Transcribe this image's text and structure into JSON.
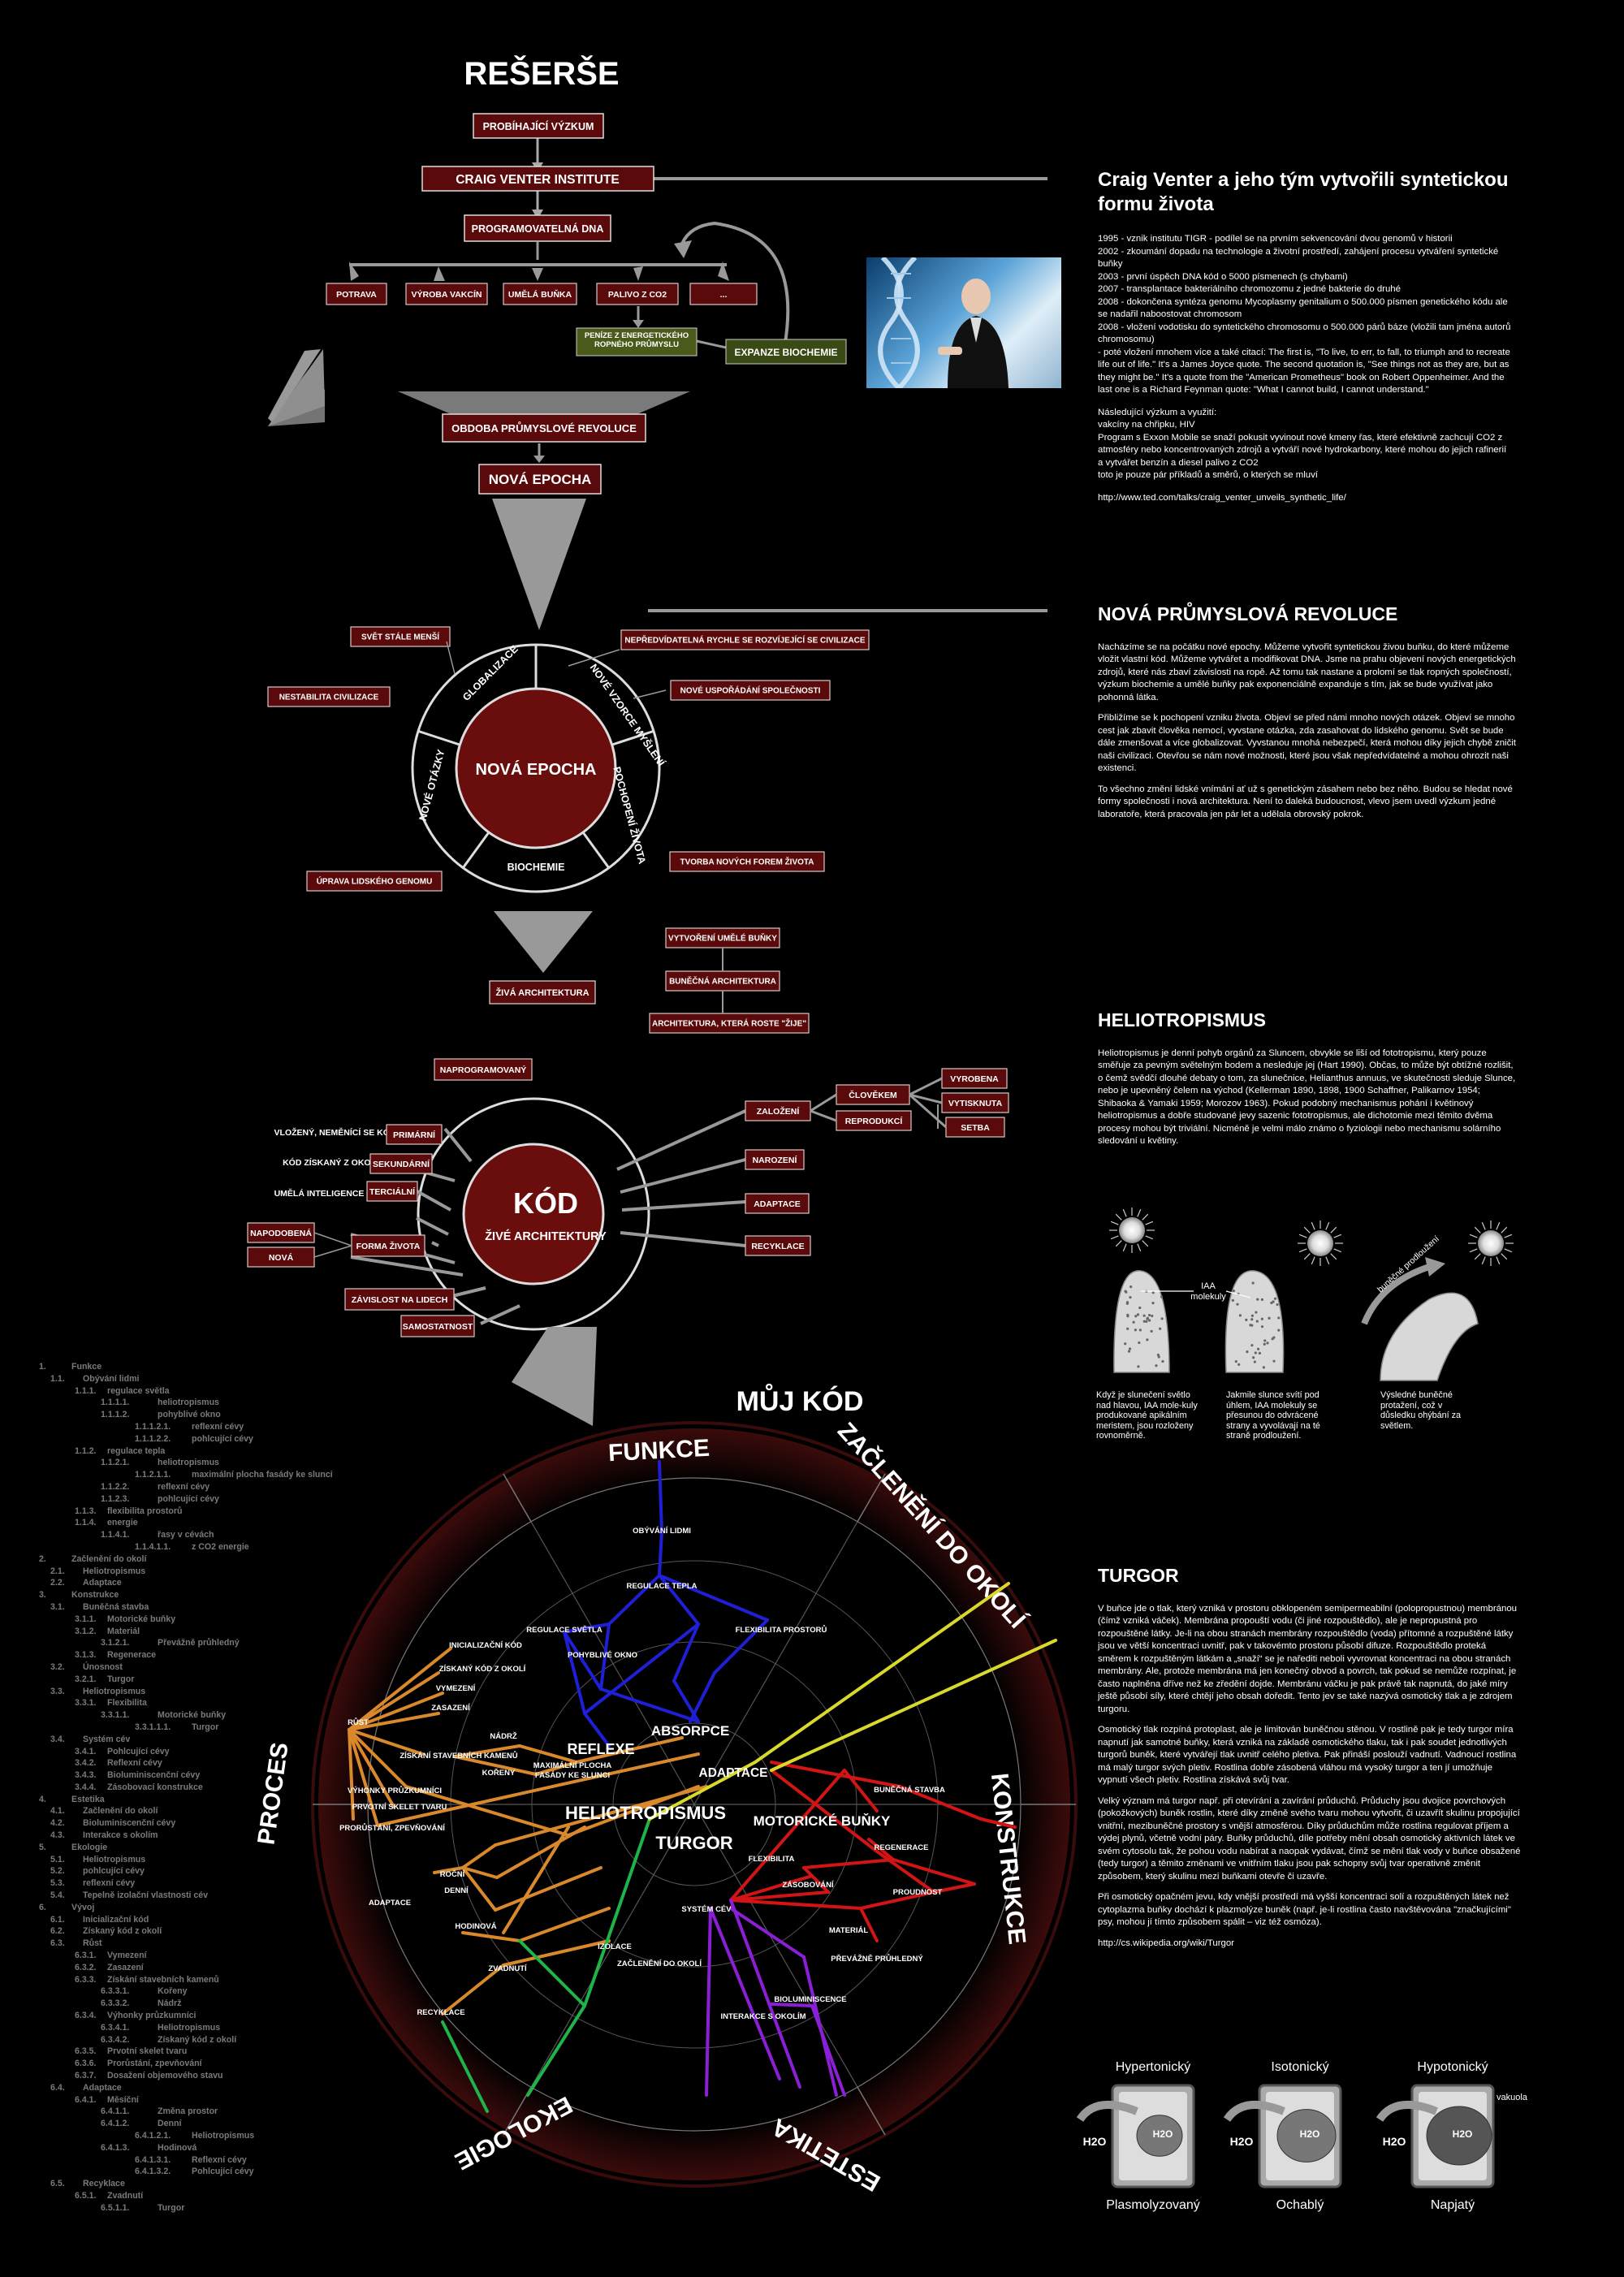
{
  "title": "REŠERŠE",
  "research": {
    "top": "PROBÍHAJÍCÍ VÝZKUM",
    "institute": "CRAIG VENTER INSTITUTE",
    "dna": "PROGRAMOVATELNÁ DNA",
    "branches": [
      "POTRAVA",
      "VÝROBA VAKCÍN",
      "UMĚLÁ BUŇKA",
      "PALIVO Z CO2",
      "..."
    ],
    "money": "PENÍZE Z ENERGETICKÉHO ROPNÉHO PRŮMYSLU",
    "expansion": "EXPANZE BIOCHEMIE",
    "revolution": "OBDOBA PRŮMYSLOVÉ REVOLUCE",
    "epoch": "NOVÁ EPOCHA"
  },
  "epoch_circle": {
    "center": "NOVÁ EPOCHA",
    "ring": [
      "GLOBALIZACE",
      "NOVÉ VZORCE MYŠLENÍ",
      "POCHOPENÍ ŽIVOTA",
      "BIOCHEMIE",
      "NOVÉ OTÁZKY"
    ],
    "boxes": [
      "SVĚT STÁLE MENŠÍ",
      "NEPŘEDVÍDATELNÁ RYCHLE SE ROZVÍJEJÍCÍ SE CIVILIZACE",
      "NOVÉ USPOŘÁDÁNÍ SPOLEČNOSTI",
      "NESTABILITA CIVILIZACE",
      "TVORBA NOVÝCH FOREM ŽIVOTA",
      "ÚPRAVA LIDSKÉHO GENOMU"
    ],
    "next": "ŽIVÁ ARCHITEKTURA",
    "chain": [
      "VYTVOŘENÍ UMĚLÉ BUŇKY",
      "BUNĚČNÁ ARCHITEKTURA",
      "ARCHITEKTURA, KTERÁ ROSTE \"ŽIJE\""
    ]
  },
  "kod": {
    "center": "KÓD",
    "sub": "ŽIVÉ ARCHITEKTURY",
    "top_box": "NAPROGRAMOVANÝ",
    "left": [
      {
        "label": "VLOŽENÝ, NEMĚNÍCÍ SE KÓD",
        "box": "PRIMÁRNÍ"
      },
      {
        "label": "KÓD ZÍSKANÝ Z OKOLÍ",
        "box": "SEKUNDÁRNÍ"
      },
      {
        "label": "UMĚLÁ INTELIGENCE",
        "box": "TERCIÁLNÍ"
      }
    ],
    "forma": "FORMA ŽIVOTA",
    "forma_opts": [
      "NAPODOBENÁ",
      "NOVÁ"
    ],
    "bottom": [
      "ZÁVISLOST NA LIDECH",
      "SAMOSTATNOST"
    ],
    "right": [
      "ZALOŽENÍ",
      "NAROZENÍ",
      "ADAPTACE",
      "RECYKLACE"
    ],
    "zalozeni": [
      "ČLOVĚKEM",
      "REPRODUKCÍ"
    ],
    "clovekem": [
      "VYROBENA",
      "VYTISKNUTA",
      "SETBA"
    ]
  },
  "muj_kod": {
    "title": "MŮJ KÓD",
    "sectors": [
      "FUNKCE",
      "ZAČLENĚNÍ DO OKOLÍ",
      "KONSTRUKCE",
      "ESTETIKA",
      "EKOLOGIE",
      "PROCES"
    ],
    "big": [
      "REFLEXE",
      "ABSORPCE",
      "ADAPTACE",
      "HELIOTROPISMUS",
      "MOTORICKÉ BUŇKY",
      "TURGOR"
    ],
    "small": [
      "OBÝVÁNÍ LIDMI",
      "REGULACE TEPLA",
      "FLEXIBILITA PROSTORŮ",
      "REGULACE SVĚTLA",
      "POHYBLIVÉ OKNO",
      "INICIALIZAČNÍ KÓD",
      "ZÍSKANÝ KÓD Z OKOLÍ",
      "VYMEZENÍ",
      "ZASAZENÍ",
      "RŮST",
      "NÁDRŽ",
      "ZÍSKÁNÍ STAVEBNÍCH KAMENŮ",
      "KOŘENY",
      "MAXIMÁLNÍ PLOCHA FASÁDY KE SLUNCI",
      "VÝHONKY PRŮZKUMNÍCI",
      "PRVOTNÍ SKELET TVARU",
      "PRORŮSTÁNÍ, ZPEVŇOVÁNÍ",
      "BUNĚČNÁ STAVBA",
      "REGENERACE",
      "FLEXIBILITA",
      "ZÁSOBOVÁNÍ",
      "PROUDNOST",
      "SYSTÉM CÉV",
      "MATERIÁL",
      "PŘEVÁŽNĚ PRŮHLEDNÝ",
      "ROČNÍ",
      "DENNÍ",
      "HODINOVÁ",
      "ADAPTACE",
      "ZVADNUTÍ",
      "IZOLACE",
      "ZAČLENĚNÍ DO OKOLÍ",
      "RECYKLACE",
      "BIOLUMINISCENCE",
      "INTERAKCE S OKOLÍM"
    ]
  },
  "outline": [
    [
      "1.",
      "Funkce",
      0
    ],
    [
      "1.1.",
      "Obývání lidmi",
      1
    ],
    [
      "1.1.1.",
      "regulace světla",
      2
    ],
    [
      "1.1.1.1.",
      "heliotropismus",
      3
    ],
    [
      "1.1.1.2.",
      "pohyblivé okno",
      3
    ],
    [
      "1.1.1.2.1.",
      "reflexní cévy",
      4
    ],
    [
      "1.1.1.2.2.",
      "pohlcující cévy",
      4
    ],
    [
      "1.1.2.",
      "regulace tepla",
      2
    ],
    [
      "1.1.2.1.",
      "heliotropismus",
      3
    ],
    [
      "1.1.2.1.1.",
      "maximální plocha fasády ke slunci",
      4
    ],
    [
      "1.1.2.2.",
      "reflexní cévy",
      3
    ],
    [
      "1.1.2.3.",
      "pohlcující cévy",
      3
    ],
    [
      "1.1.3.",
      "flexibilita prostorů",
      2
    ],
    [
      "1.1.4.",
      "energie",
      2
    ],
    [
      "1.1.4.1.",
      "řasy v cévách",
      3
    ],
    [
      "1.1.4.1.1.",
      "z CO2 energie",
      4
    ],
    [
      "2.",
      "Začlenění do okolí",
      0
    ],
    [
      "2.1.",
      "Heliotropismus",
      1
    ],
    [
      "2.2.",
      "Adaptace",
      1
    ],
    [
      "3.",
      "Konstrukce",
      0
    ],
    [
      "3.1.",
      "Buněčná stavba",
      1
    ],
    [
      "3.1.1.",
      "Motorické buňky",
      2
    ],
    [
      "3.1.2.",
      "Materiál",
      2
    ],
    [
      "3.1.2.1.",
      "Převážně průhledný",
      3
    ],
    [
      "3.1.3.",
      "Regenerace",
      2
    ],
    [
      "3.2.",
      "Únosnost",
      1
    ],
    [
      "3.2.1.",
      "Turgor",
      2
    ],
    [
      "3.3.",
      "Heliotropismus",
      1
    ],
    [
      "3.3.1.",
      "Flexibilita",
      2
    ],
    [
      "3.3.1.1.",
      "Motorické buňky",
      3
    ],
    [
      "3.3.1.1.1.",
      "Turgor",
      4
    ],
    [
      "3.4.",
      "Systém cév",
      1
    ],
    [
      "3.4.1.",
      "Pohlcující cévy",
      2
    ],
    [
      "3.4.2.",
      "Reflexní cévy",
      2
    ],
    [
      "3.4.3.",
      "Bioluminiscenční cévy",
      2
    ],
    [
      "3.4.4.",
      "Zásobovací konstrukce",
      2
    ],
    [
      "4.",
      "Estetika",
      0
    ],
    [
      "4.1.",
      "Začlenění do okolí",
      1
    ],
    [
      "4.2.",
      "Bioluminiscenční cévy",
      1
    ],
    [
      "4.3.",
      "Interakce s okolím",
      1
    ],
    [
      "5.",
      "Ekologie",
      0
    ],
    [
      "5.1.",
      "Heliotropismus",
      1
    ],
    [
      "5.2.",
      "pohlcující cévy",
      1
    ],
    [
      "5.3.",
      "reflexní cévy",
      1
    ],
    [
      "5.4.",
      "Tepelně izolační vlastnosti cév",
      1
    ],
    [
      "6.",
      "Vývoj",
      0
    ],
    [
      "6.1.",
      "Inicializační kód",
      1
    ],
    [
      "6.2.",
      "Získaný kód z okolí",
      1
    ],
    [
      "6.3.",
      "Růst",
      1
    ],
    [
      "6.3.1.",
      "Vymezení",
      2
    ],
    [
      "6.3.2.",
      "Zasazení",
      2
    ],
    [
      "6.3.3.",
      "Získání stavebních kamenů",
      2
    ],
    [
      "6.3.3.1.",
      "Kořeny",
      3
    ],
    [
      "6.3.3.2.",
      "Nádrž",
      3
    ],
    [
      "6.3.4.",
      "Výhonky průzkumníci",
      2
    ],
    [
      "6.3.4.1.",
      "Heliotropismus",
      3
    ],
    [
      "6.3.4.2.",
      "Získaný kód z okolí",
      3
    ],
    [
      "6.3.5.",
      "Prvotní skelet tvaru",
      2
    ],
    [
      "6.3.6.",
      "Prorůstání, zpevňování",
      2
    ],
    [
      "6.3.7.",
      "Dosažení objemového stavu",
      2
    ],
    [
      "6.4.",
      "Adaptace",
      1
    ],
    [
      "6.4.1.",
      "Měsíční",
      2
    ],
    [
      "6.4.1.1.",
      "Změna prostor",
      3
    ],
    [
      "6.4.1.2.",
      "Denní",
      3
    ],
    [
      "6.4.1.2.1.",
      "Heliotropismus",
      4
    ],
    [
      "6.4.1.3.",
      "Hodinová",
      3
    ],
    [
      "6.4.1.3.1.",
      "Reflexní cévy",
      4
    ],
    [
      "6.4.1.3.2.",
      "Pohlcující cévy",
      4
    ],
    [
      "6.5.",
      "Recyklace",
      1
    ],
    [
      "6.5.1.",
      "Zvadnutí",
      2
    ],
    [
      "6.5.1.1.",
      "Turgor",
      3
    ]
  ],
  "venter": {
    "heading": "Craig Venter a jeho tým vytvořili syntetickou formu života",
    "timeline": "1995 - vznik institutu TIGR - podílel se na prvním sekvencování dvou genomů v historii\n2002 - zkoumání dopadu na technologie a životní prostředí, zahájení procesu vytváření syntetické                         buňky\n2003 - první úspěch DNA kód o 5000 písmenech (s chybami)\n2007 - transplantace bakteriálního chromozomu z jedné bakterie do druhé\n2008 - dokončena syntéza genomu Mycoplasmy genitalium o 500.000 písmen genetického kódu ale se nadařil naboostovat chromosom\n2008 - vložení vodotisku do syntetického chromosomu o 500.000 párů báze (vložili tam jména            autorů chromosomu)\n-      poté vložení mnohem více a také citací: The first is, \"To live, to err, to fall, to triumph and to recreate life out of life.\" It's a James Joyce quote. The second quotation is, \"See things not as they are, but as they might be.\" It's a quote from the \"American Prometheus\" book on Robert Oppenheimer. And the last one is a Richard Feynman quote: \"What I cannot build, I cannot understand.\"",
    "usage": "Následující výzkum a využití:\n        vakcíny na chřipku, HIV\n        Program s Exxon Mobile se snaží pokusit vyvinout nové kmeny řas, které efektivně zachcují CO2 z atmosféry nebo koncentrovaných zdrojů a vytváří nové hydrokarbony, které mohou do jejich rafinerií a vytvářet benzín a diesel palivo z CO2\n        toto je pouze pár příkladů a směrů, o kterých se mluví",
    "url": "http://www.ted.com/talks/craig_venter_unveils_synthetic_life/"
  },
  "revoluce": {
    "heading": "NOVÁ PRŮMYSLOVÁ REVOLUCE",
    "p1": "Nacházíme se na počátku nové epochy. Můžeme vytvořit syntetickou živou buňku, do které můžeme vložit vlastní kód. Můžeme vytvářet a modifikovat DNA. Jsme na prahu objevení nových energetických zdrojů, které nás zbaví závislosti na ropě. Až tomu tak nastane a prolomí se tlak ropných společností, výzkum biochemie a umělé buňky pak exponenciálně expanduje s tím, jak se bude využívat jako pohonná látka.",
    "p2": "        Přibližíme se k pochopení vzniku života. Objeví se před námi mnoho nových otázek. Objeví se mnoho cest jak zbavit člověka nemocí, vyvstane otázka, zda zasahovat do lidského genomu. Svět se bude dále zmenšovat a více globalizovat. Vyvstanou mnohá nebezpečí, která mohou díky jejich chybě zničit naši civilizaci. Otevřou se nám nové možnosti, které jsou však nepředvídatelné a mohou ohrozit naši existenci.",
    "p3": "        To všechno změní lidské vnímání ať už s genetickým zásahem nebo bez něho. Budou se hledat nové formy společnosti i nová architektura. Není to daleká budoucnost, vlevo jsem uvedl výzkum jedné laboratoře, která pracovala jen pár let a udělala obrovský pokrok."
  },
  "helio": {
    "heading": "HELIOTROPISMUS",
    "p": "Heliotropismus je denní pohyb orgánů za Sluncem, obvykle se liší od fototropismu, který pouze směřuje za pevným světelným bodem a nesleduje jej (Hart 1990). Občas, to může být obtížné rozlišit, o čemž svědčí dlouhé debaty o tom, za slunečnice, Helianthus annuus, ve skutečnosti sleduje Slunce, nebo je upevněný čelem na východ (Kellerman 1890, 1898, 1900 Schaffner, Palikarnov 1954; Shibaoka & Yamaki 1959; Morozov 1963). Pokud podobný mechanismus pohání i květinový heliotropismus a dobře studované jevy sazenic fototropismus, ale dichotomie mezi těmito dvěma procesy mohou být triviální. Nicméně je velmi málo známo o fyziologii nebo mechanismu solárního sledování u květiny.",
    "iaa": "IAA molekuly",
    "arrow_label": "buněčné prodloužení",
    "caps": [
      "Když je slunečení světlo nad hlavou, IAA mole-kuly produkované apikálním meristem, jsou rozloženy rovnoměrně.",
      "Jakmile slunce svítí pod úhlem, IAA molekuly se přesunou do odvrácené strany a vyvolávají na té straně prodloužení.",
      "Výsledné buněčné protažení, což v důsledku ohýbání za světlem."
    ]
  },
  "turgor": {
    "heading": "TURGOR",
    "p1": "V buňce jde o tlak, který vzniká v prostoru obklopeném semipermeabilní (polopropustnou) membránou (čímž vzniká váček). Membrána propouští vodu (či jiné rozpouštědlo), ale je nepropustná pro rozpouštěné látky. Je-li na obou stranách membrány rozpouštědlo (voda) přítomné a rozpuštěné látky jsou ve větší koncentraci uvnitř, pak v takovémto prostoru působí difuze. Rozpouštědlo proteká směrem k rozpuštěným látkám a „snaží“ se je nařediti neboli vyvrovnat koncentraci na obou stranách membrány. Ale, protože membrána má jen konečný obvod a povrch, tak pokud se nemůže rozpínat, je často naplněna dříve než ke zředění dojde. Membránu váčku je pak právě tak napnutá, do jaké míry ještě působí síly, které chtějí jeho obsah doředit. Tento jev se také nazývá osmotický tlak a je zdrojem turgoru.",
    "p2": "Osmotický tlak rozpíná protoplast, ale je limitován buněčnou stěnou. V rostlině pak je tedy turgor míra napnutí jak samotné buňky, která vzniká na základě osmotického tlaku, tak i pak soudet jednotlivých turgorů buněk, které vytvářejí tlak uvnitř celého pletiva. Pak přináší poslouží vadnutí. Vadnoucí rostlina má malý turgor svých pletiv. Rostlina dobře zásobená vláhou má vysoký turgor a ten jí umožňuje vypnutí všech pletiv. Rostlina získává svůj tvar.",
    "p3": "Velký význam má turgor např. při otevírání a zavírání průduchů. Průduchy jsou dvojice povrchových (pokožkových) buněk rostlin, které díky změně svého tvaru mohou vytvořit, či uzavřít skulinu propojující vnitřní, mezibuněčné prostory s vnější atmosférou. Díky průduchům může rostlina regulovat příjem a výdej plynů, včetně vodní páry. Buňky průduchů, díle potřeby mění obsah osmotický aktivních látek ve svém cytosolu tak, že pohou vodu nabírat a naopak vydávat, čímž se mění tlak vody v buňce obsažené (tedy turgor) a těmito změnami ve vnitřním tlaku jsou pak schopny svůj tvar operativně změnit způsobem, který skulinu mezi buňkami otevře či uzavře.",
    "p4": "Při osmotický opačném jevu, kdy vnější prostředí má vyšší koncentraci solí a rozpuštěných látek než cytoplazma buňky dochází k plazmolýze buněk (např. je-li rostlina často navštěvována \"značkujícími\" psy, mohou jí tímto způsobem spálit – viz též osmóza).",
    "url": "http://cs.wikipedia.org/wiki/Turgor",
    "cells_top": [
      "Hypertonický",
      "Isotonický",
      "Hypotonický"
    ],
    "cells_bottom": [
      "Plasmolyzovaný",
      "Ochablý",
      "Napjatý"
    ],
    "h2o": "H2O",
    "vakuola": "vakuola"
  },
  "colors": {
    "box_fill": "#5a0a0a",
    "box_stroke": "#d8c9c9",
    "dark_red": "#6a0d0d",
    "gray": "#999999",
    "blue": "#1f1fd6",
    "orange": "#d9892b",
    "red": "#d21414",
    "purple": "#8a1fd6",
    "green": "#1fb44a",
    "yellow": "#d9d92b"
  }
}
